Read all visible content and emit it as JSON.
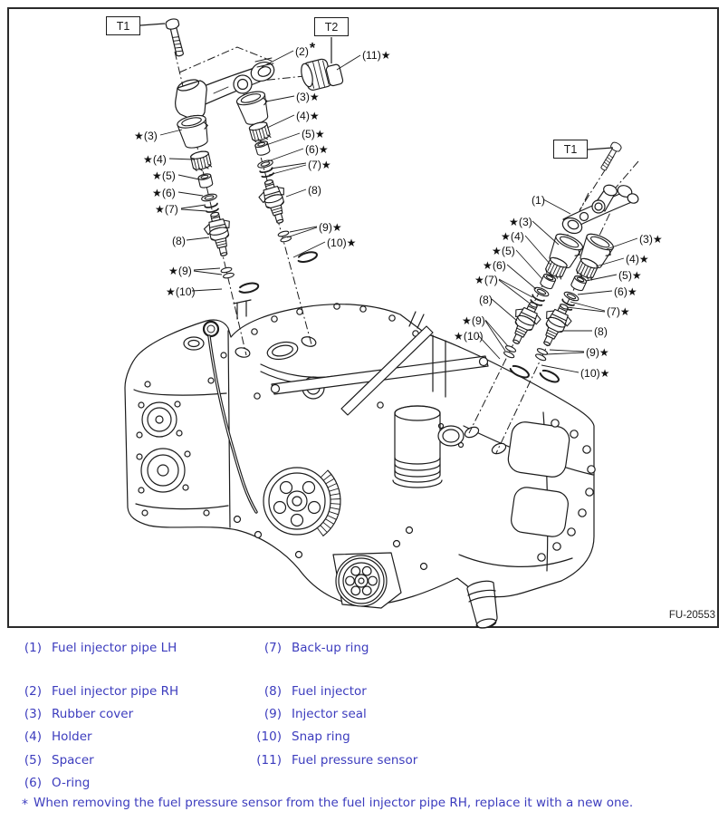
{
  "figure": {
    "code": "FU-20553"
  },
  "tools": {
    "t1_left": "T1",
    "t2": "T2",
    "t1_right": "T1"
  },
  "marks": {
    "asterisk": "*"
  },
  "callouts": [
    "(2)",
    "(11)★",
    "(3)★",
    "(4)★",
    "(5)★",
    "(6)★",
    "(7)★",
    "(8)",
    "(9)★",
    "(10)★",
    "★(3)",
    "★(4)",
    "★(5)",
    "★(6)",
    "★(7)",
    "(8)",
    "★(9)",
    "★(10)",
    "(1)",
    "★(3)",
    "★(4)",
    "★(5)",
    "★(6)",
    "★(7)",
    "(8)",
    "★(9)",
    "★(10)",
    "(3)★",
    "(4)★",
    "(5)★",
    "(6)★",
    "(7)★",
    "(8)",
    "(9)★",
    "(10)★"
  ],
  "legend": {
    "col1": [
      {
        "num": "(1)",
        "label": "Fuel injector pipe LH"
      },
      {
        "num": "(2)",
        "label": "Fuel injector pipe RH"
      },
      {
        "num": "(3)",
        "label": "Rubber cover"
      },
      {
        "num": "(4)",
        "label": "Holder"
      },
      {
        "num": "(5)",
        "label": "Spacer"
      },
      {
        "num": "(6)",
        "label": "O-ring"
      }
    ],
    "col2": [
      {
        "num": "(7)",
        "label": "Back-up ring"
      },
      {
        "num": "(8)",
        "label": "Fuel injector"
      },
      {
        "num": "(9)",
        "label": "Injector seal"
      },
      {
        "num": "(10)",
        "label": "Snap ring"
      },
      {
        "num": "(11)",
        "label": "Fuel pressure sensor"
      }
    ]
  },
  "note": {
    "marker": "*",
    "text": "When removing the fuel pressure sensor from the fuel injector pipe RH, replace it with a new one."
  },
  "colors": {
    "ink": "#1c1c1c",
    "legend_text": "#3c3cbe",
    "background": "#ffffff"
  }
}
